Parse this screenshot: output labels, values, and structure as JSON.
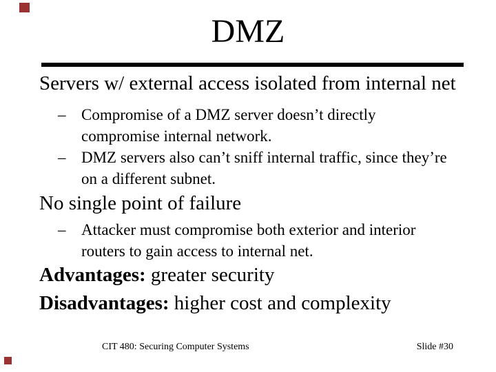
{
  "slide": {
    "title": "DMZ",
    "bullet_char": "–",
    "body": {
      "line1": "Servers w/ external access isolated from internal net",
      "bullets1": [
        "Compromise of a DMZ server doesn’t directly compromise internal network.",
        "DMZ servers also can’t sniff internal traffic, since they’re on a different subnet."
      ],
      "line2": "No single point of failure",
      "bullets2": [
        "Attacker must compromise both exterior and interior routers to gain access to internal net."
      ],
      "advantages_label": "Advantages:",
      "advantages_text": " greater security",
      "disadvantages_label": "Disadvantages:",
      "disadvantages_text": " higher cost and complexity"
    },
    "footer": {
      "course": "CIT 480: Securing Computer Systems",
      "slide_number": "Slide #30"
    },
    "colors": {
      "accent": "#993333",
      "rule": "#000000",
      "text": "#000000",
      "background": "#FFFFFF"
    }
  }
}
